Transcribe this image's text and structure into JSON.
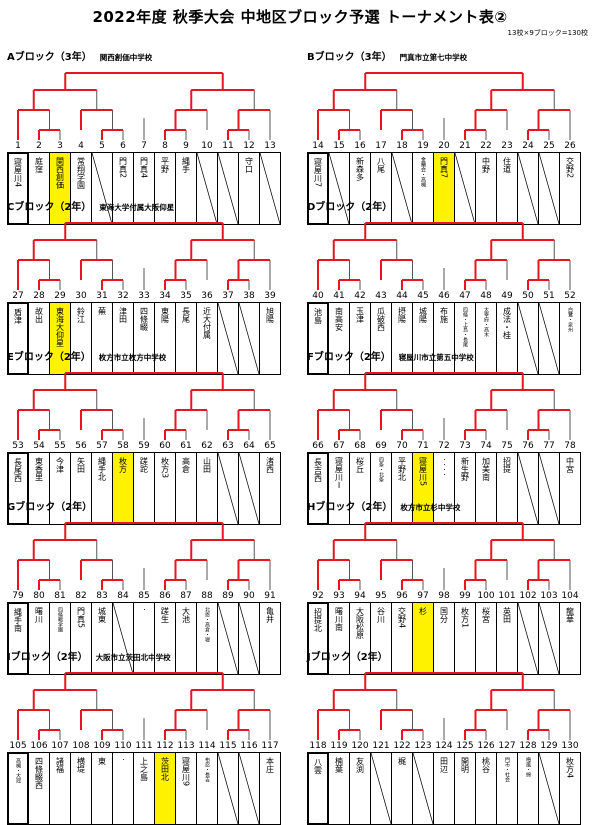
{
  "title": "2022年度 秋季大会 中地区ブロック予選 トーナメント表②",
  "note": "13校×9ブロック=130校",
  "blocks": [
    {
      "id": "A",
      "name": "Aブロック（3年）",
      "venue": "関西創価中学校",
      "nums": [
        "1",
        "2",
        "3",
        "4",
        "5",
        "6",
        "7",
        "8",
        "9",
        "10",
        "11",
        "12",
        "13"
      ],
      "teams": [
        {
          "n": "寝屋川4",
          "seed": true
        },
        {
          "n": "庭窪"
        },
        {
          "n": "関西創価",
          "yel": true
        },
        {
          "n": "常翔学園"
        },
        {
          "n": "",
          "slash": true
        },
        {
          "n": "門真2"
        },
        {
          "n": "門真4"
        },
        {
          "n": "平野"
        },
        {
          "n": "縄手"
        },
        {
          "n": "",
          "slash": true
        },
        {
          "n": "",
          "slash": true
        },
        {
          "n": "守口"
        },
        {
          "n": "",
          "slash": true
        }
      ]
    },
    {
      "id": "B",
      "name": "Bブロック（3年）",
      "venue": "門真市立第七中学校",
      "nums": [
        "14",
        "15",
        "16",
        "17",
        "18",
        "19",
        "20",
        "21",
        "22",
        "23",
        "24",
        "25",
        "26"
      ],
      "teams": [
        {
          "n": "寝屋川7",
          "seed": true
        },
        {
          "n": "",
          "slash": true
        },
        {
          "n": "新森多"
        },
        {
          "n": "八尾"
        },
        {
          "n": "",
          "slash": true
        },
        {
          "n": "金蘭会・高槻",
          "small": true
        },
        {
          "n": "門真7",
          "yel": true
        },
        {
          "n": "",
          "slash": true
        },
        {
          "n": "中野"
        },
        {
          "n": "住道"
        },
        {
          "n": "",
          "slash": true
        },
        {
          "n": "",
          "slash": true
        },
        {
          "n": "交野2"
        }
      ]
    },
    {
      "id": "C",
      "name": "Cブロック（2年）",
      "venue": "東海大学付属大阪仰星",
      "nums": [
        "27",
        "28",
        "29",
        "30",
        "31",
        "32",
        "33",
        "34",
        "35",
        "36",
        "37",
        "38",
        "39"
      ],
      "teams": [
        {
          "n": "盾津",
          "seed": true
        },
        {
          "n": "故出"
        },
        {
          "n": "東海大仰星",
          "yel": true
        },
        {
          "n": "鈴江"
        },
        {
          "n": "蕪"
        },
        {
          "n": "津田"
        },
        {
          "n": "四條畷"
        },
        {
          "n": "東陽"
        },
        {
          "n": "長尾"
        },
        {
          "n": "近大付属"
        },
        {
          "n": "",
          "slash": true
        },
        {
          "n": "",
          "slash": true
        },
        {
          "n": "旭陽"
        }
      ]
    },
    {
      "id": "D",
      "name": "Dブロック（2年）",
      "venue": "",
      "nums": [
        "40",
        "41",
        "42",
        "43",
        "44",
        "45",
        "46",
        "47",
        "48",
        "49",
        "50",
        "51",
        "52"
      ],
      "teams": [
        {
          "n": "池島",
          "seed": true
        },
        {
          "n": "南高安"
        },
        {
          "n": "玉津"
        },
        {
          "n": "瓜破西"
        },
        {
          "n": "摂陽"
        },
        {
          "n": "城陽"
        },
        {
          "n": "布施"
        },
        {
          "n": "四條・上島・長尾",
          "small": true
        },
        {
          "n": "太宰府・高木",
          "small": true
        },
        {
          "n": "成法・桂"
        },
        {
          "n": "",
          "slash": true
        },
        {
          "n": "",
          "slash": true
        },
        {
          "n": "白鷺・泉州",
          "small": true
        }
      ]
    },
    {
      "id": "E",
      "name": "Eブロック（2年）",
      "venue": "枚方市立枚方中学校",
      "nums": [
        "53",
        "54",
        "55",
        "56",
        "57",
        "58",
        "59",
        "60",
        "61",
        "62",
        "63",
        "64",
        "65"
      ],
      "teams": [
        {
          "n": "長尾西",
          "seed": true
        },
        {
          "n": "東香里"
        },
        {
          "n": "今津"
        },
        {
          "n": "矢田"
        },
        {
          "n": "縄手北"
        },
        {
          "n": "枚方",
          "yel": true
        },
        {
          "n": "蹉跎"
        },
        {
          "n": "枚方3"
        },
        {
          "n": "高倉"
        },
        {
          "n": "山田"
        },
        {
          "n": "",
          "slash": true
        },
        {
          "n": "",
          "slash": true
        },
        {
          "n": "渚西"
        }
      ]
    },
    {
      "id": "F",
      "name": "Fブロック（2年）",
      "venue": "寝屋川市立第五中学校",
      "nums": [
        "66",
        "67",
        "68",
        "69",
        "70",
        "71",
        "72",
        "73",
        "74",
        "75",
        "76",
        "77",
        "78"
      ],
      "teams": [
        {
          "n": "長吉西",
          "seed": true
        },
        {
          "n": "寝屋川Ⅰ"
        },
        {
          "n": "桜丘"
        },
        {
          "n": "四条・北条",
          "small": true
        },
        {
          "n": "平野北"
        },
        {
          "n": "寝屋川5",
          "yel": true
        },
        {
          "n": "・・・・",
          "small": true
        },
        {
          "n": "新生野"
        },
        {
          "n": "加美南"
        },
        {
          "n": "招提"
        },
        {
          "n": "",
          "slash": true
        },
        {
          "n": "",
          "slash": true
        },
        {
          "n": "中宮"
        }
      ]
    },
    {
      "id": "G",
      "name": "Gブロック（2年）",
      "venue": "",
      "nums": [
        "79",
        "80",
        "81",
        "82",
        "83",
        "84",
        "85",
        "86",
        "87",
        "88",
        "89",
        "90",
        "91"
      ],
      "teams": [
        {
          "n": "縄手南",
          "seed": true
        },
        {
          "n": "曙川"
        },
        {
          "n": "四條畷学園",
          "small": true
        },
        {
          "n": "門真5"
        },
        {
          "n": "城東"
        },
        {
          "n": "",
          "slash": true
        },
        {
          "n": "・",
          "small": true
        },
        {
          "n": "蹉生"
        },
        {
          "n": "大池"
        },
        {
          "n": "北恩・高倉・寝",
          "small": true
        },
        {
          "n": "",
          "slash": true
        },
        {
          "n": "",
          "slash": true
        },
        {
          "n": "亀井"
        }
      ]
    },
    {
      "id": "H",
      "name": "Hブロック（2年）",
      "venue": "枚方市立杉中学校",
      "nums": [
        "92",
        "93",
        "94",
        "95",
        "96",
        "97",
        "98",
        "99",
        "100",
        "101",
        "102",
        "103",
        "104"
      ],
      "teams": [
        {
          "n": "招提北",
          "seed": true
        },
        {
          "n": "曙川南"
        },
        {
          "n": "大阪松原"
        },
        {
          "n": "谷川"
        },
        {
          "n": "交野4"
        },
        {
          "n": "杉",
          "yel": true
        },
        {
          "n": "国分"
        },
        {
          "n": "枚方1"
        },
        {
          "n": "桜宮"
        },
        {
          "n": "英田"
        },
        {
          "n": "",
          "slash": true
        },
        {
          "n": "",
          "slash": true
        },
        {
          "n": "龍華"
        }
      ]
    },
    {
      "id": "I",
      "name": "Iブロック（2年）",
      "venue": "大阪市立茨田北中学校",
      "nums": [
        "105",
        "106",
        "107",
        "108",
        "109",
        "110",
        "111",
        "112",
        "113",
        "114",
        "115",
        "116",
        "117"
      ],
      "teams": [
        {
          "n": "高槻・大冠",
          "small": true,
          "seed": true
        },
        {
          "n": "四條畷西"
        },
        {
          "n": "諸福"
        },
        {
          "n": "横堤"
        },
        {
          "n": "東"
        },
        {
          "n": "・",
          "small": true
        },
        {
          "n": "上之島"
        },
        {
          "n": "茨田北",
          "yel": true
        },
        {
          "n": "寝屋川9"
        },
        {
          "n": "布忍・長吉",
          "small": true
        },
        {
          "n": "",
          "slash": true
        },
        {
          "n": "",
          "slash": true
        },
        {
          "n": "本庄"
        }
      ]
    },
    {
      "id": "J",
      "name": "Jブロック（2年）",
      "venue": "",
      "nums": [
        "118",
        "119",
        "120",
        "121",
        "122",
        "123",
        "124",
        "125",
        "126",
        "127",
        "128",
        "129",
        "130"
      ],
      "teams": [
        {
          "n": "八雲",
          "seed": true
        },
        {
          "n": "楠葉"
        },
        {
          "n": "友渕"
        },
        {
          "n": "",
          "slash": true
        },
        {
          "n": "梶"
        },
        {
          "n": "",
          "slash": true
        },
        {
          "n": "田辺"
        },
        {
          "n": "開明"
        },
        {
          "n": "桃谷"
        },
        {
          "n": "門市・社会",
          "small": true
        },
        {
          "n": "梅風・綿",
          "small": true
        },
        {
          "n": "",
          "slash": true
        },
        {
          "n": "枚方4"
        }
      ]
    }
  ]
}
